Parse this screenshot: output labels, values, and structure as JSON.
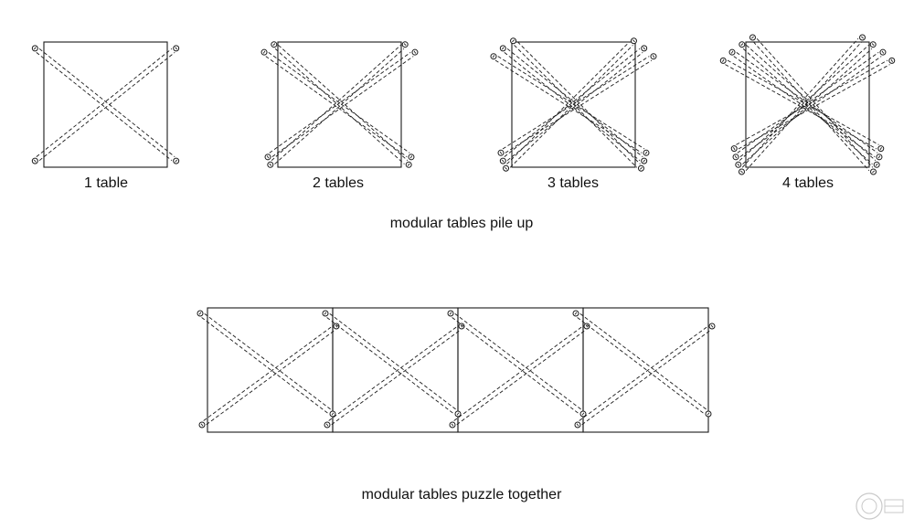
{
  "pile_up": {
    "title": "modular tables pile up",
    "diagrams": [
      {
        "caption": "1 table",
        "tables": 1
      },
      {
        "caption": "2 tables",
        "tables": 2
      },
      {
        "caption": "3 tables",
        "tables": 3
      },
      {
        "caption": "4 tables",
        "tables": 4
      }
    ]
  },
  "puzzle": {
    "title": "modular tables puzzle together",
    "tables": 4
  },
  "colors": {
    "line": "#1a1a1a",
    "background": "#ffffff"
  },
  "watermark": {
    "icon": "site-logo-icon"
  }
}
